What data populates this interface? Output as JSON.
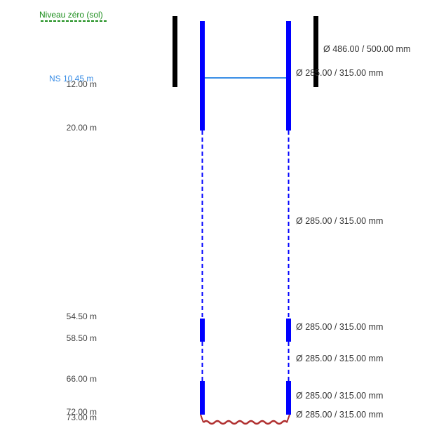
{
  "ground_label": "Niveau zéro (sol)",
  "water_level_label": "NS 10.45 m",
  "depths": [
    "12.00 m",
    "20.00 m",
    "54.50 m",
    "58.50 m",
    "66.00 m",
    "72.00 m",
    "73.00 m"
  ],
  "diameters": [
    "Ø 486.00 / 500.00 mm",
    "Ø 285.00 / 315.00 mm",
    "Ø 285.00 / 315.00 mm",
    "Ø 285.00 / 315.00 mm",
    "Ø 285.00 / 315.00 mm",
    "Ø 285.00 / 315.00 mm",
    "Ø 285.00 / 315.00 mm"
  ],
  "colors": {
    "casing": "#0000ff",
    "outer_casing": "#000000",
    "water": "#3a8ee6",
    "bottom": "#b03030",
    "ground": "#1a8c1a"
  }
}
